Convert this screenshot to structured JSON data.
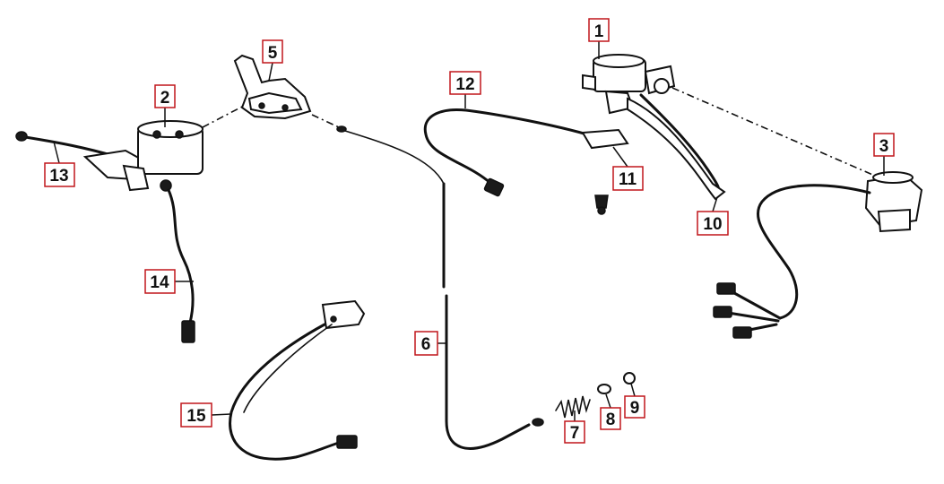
{
  "callouts": [
    {
      "id": "c1",
      "label": "1"
    },
    {
      "id": "c2",
      "label": "2"
    },
    {
      "id": "c3",
      "label": "3"
    },
    {
      "id": "c5",
      "label": "5"
    },
    {
      "id": "c6",
      "label": "6"
    },
    {
      "id": "c7",
      "label": "7"
    },
    {
      "id": "c8",
      "label": "8"
    },
    {
      "id": "c9",
      "label": "9"
    },
    {
      "id": "c10",
      "label": "10"
    },
    {
      "id": "c11",
      "label": "11"
    },
    {
      "id": "c12",
      "label": "12"
    },
    {
      "id": "c13",
      "label": "13"
    },
    {
      "id": "c14",
      "label": "14"
    },
    {
      "id": "c15",
      "label": "15"
    }
  ],
  "colors": {
    "callout_border": "#c0161b",
    "line": "#111111"
  }
}
